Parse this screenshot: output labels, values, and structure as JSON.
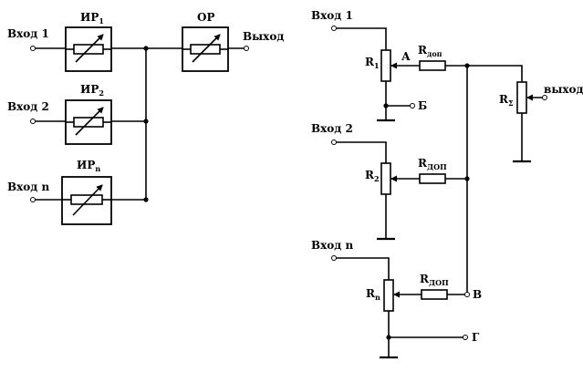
{
  "block_diagram": {
    "inputs": [
      {
        "label": "Вход 1"
      },
      {
        "label": "Вход 2"
      },
      {
        "label": "Вход n"
      }
    ],
    "regulators": [
      {
        "label": "ИР",
        "sub": "1"
      },
      {
        "label": "ИР",
        "sub": "2"
      },
      {
        "label": "ИР",
        "sub": "n"
      }
    ],
    "output_regulator": {
      "label": "ОР"
    },
    "output": {
      "label": "Выход"
    }
  },
  "schematic": {
    "inputs": [
      {
        "label": "Вход 1"
      },
      {
        "label": "Вход 2"
      },
      {
        "label": "Вход n"
      }
    ],
    "pots": [
      {
        "label": "R",
        "sub": "1"
      },
      {
        "label": "R",
        "sub": "2"
      },
      {
        "label": "R",
        "sub": "n"
      }
    ],
    "series_resistors": [
      {
        "label": "R",
        "sub": "доп"
      },
      {
        "label": "R",
        "sub": "ДОП"
      },
      {
        "label": "R",
        "sub": "ДОП"
      }
    ],
    "master_pot": {
      "label": "R",
      "sub": "Σ"
    },
    "output": {
      "label": "выход"
    },
    "points": {
      "a": "А",
      "b": "Б",
      "v": "В",
      "g": "Г"
    }
  }
}
